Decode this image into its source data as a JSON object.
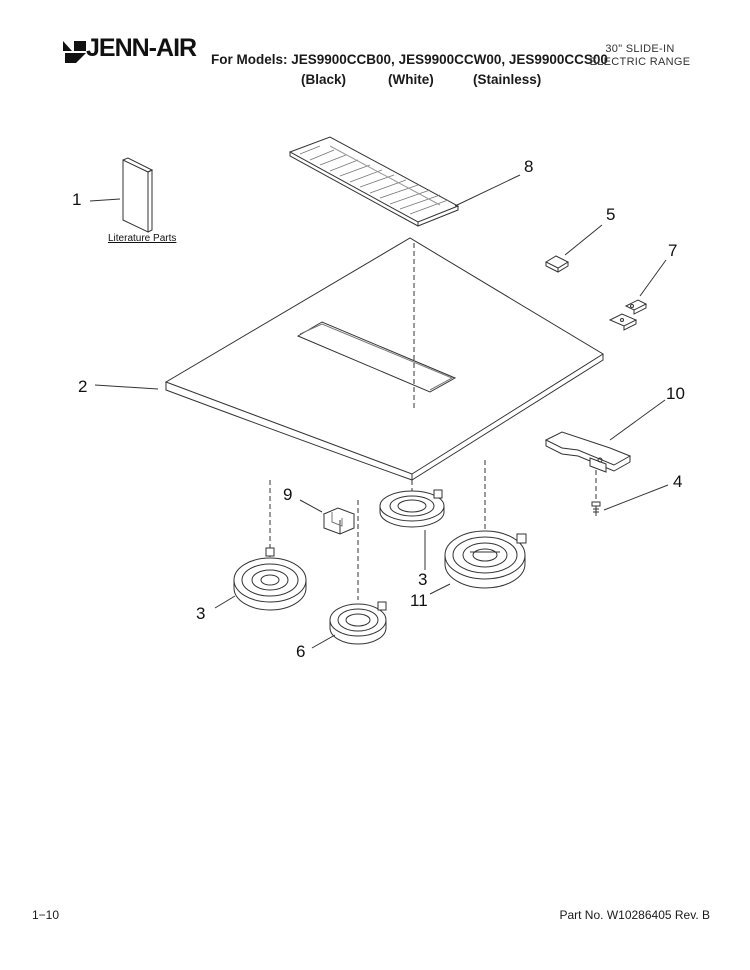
{
  "header": {
    "brand": "JENN-AIR",
    "models_line": "For Models: JES9900CCB00, JES9900CCW00, JES9900CCS00",
    "finishes": [
      "(Black)",
      "(White)",
      "(Stainless)"
    ],
    "product_line1": "30\" SLIDE-IN",
    "product_line2": "ELECTRIC RANGE"
  },
  "diagram": {
    "callouts": [
      "1",
      "2",
      "3",
      "3",
      "4",
      "5",
      "6",
      "7",
      "8",
      "9",
      "10",
      "11"
    ],
    "literature_label": "Literature Parts"
  },
  "footer": {
    "page_number": "1−10",
    "part_number": "Part No. W10286405 Rev. B"
  }
}
